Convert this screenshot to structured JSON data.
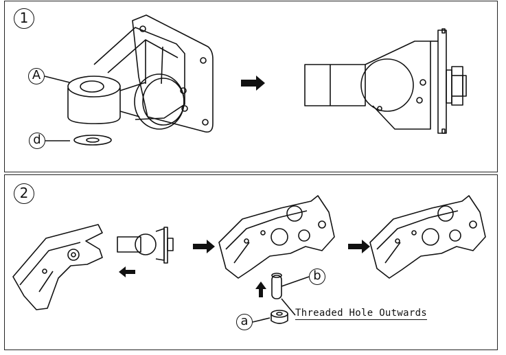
{
  "steps": {
    "step1": "1",
    "step2": "2"
  },
  "callouts": {
    "A": "A",
    "d": "d",
    "a": "a",
    "b": "b"
  },
  "notes": {
    "threaded_hole": "Threaded Hole Outwards"
  },
  "icons": [
    "arrow-right-icon",
    "arrow-left-icon",
    "arrow-up-icon"
  ]
}
